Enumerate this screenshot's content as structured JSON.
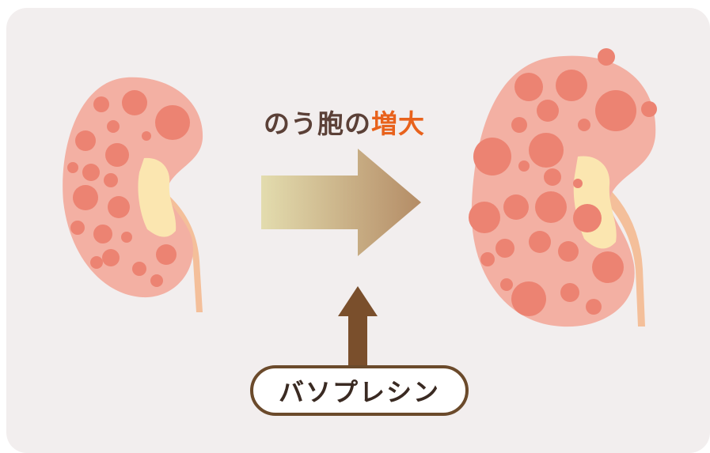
{
  "title": {
    "prefix": "のう胞の",
    "accent": "増大",
    "accent_color": "#e8621c"
  },
  "hormone_label": "バソプレシン",
  "colors": {
    "background": "#f2eeee",
    "kidney_body": "#f3b0a3",
    "cyst": "#ec8372",
    "pelvis": "#fbe6b0",
    "ureter": "#f4bf9a",
    "growth_arrow_start": "#e3dcae",
    "growth_arrow_end": "#b48c66",
    "stimulus_arrow": "#7a4f2c",
    "text_main": "#5b4037"
  }
}
